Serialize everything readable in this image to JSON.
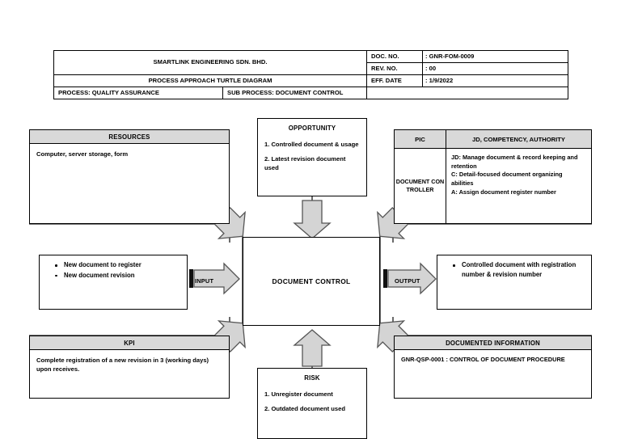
{
  "header": {
    "company": "SMARTLINK ENGINEERING SDN. BHD.",
    "diagram_title": "PROCESS APPROACH TURTLE DIAGRAM",
    "process": "PROCESS: QUALITY ASSURANCE",
    "sub_process": "SUB PROCESS: DOCUMENT CONTROL",
    "doc_no_label": "DOC. NO.",
    "doc_no_value": ": GNR-FOM-0009",
    "rev_no_label": "REV. NO.",
    "rev_no_value": ": 00",
    "eff_date_label": "EFF. DATE",
    "eff_date_value": ": 1/9/2022"
  },
  "resources": {
    "title": "RESOURCES",
    "body": "Computer, server storage, form"
  },
  "opportunity": {
    "title": "OPPORTUNITY",
    "items": [
      "1. Controlled document & usage",
      "2. Latest revision document used"
    ]
  },
  "pic": {
    "col1_header": "PIC",
    "col2_header": "JD, COMPETENCY, AUTHORITY",
    "name": "DOCUMENT CONTROLLER",
    "lines": [
      "JD: Manage document & record keeping and retention",
      "C: Detail-focused document organizing abilities",
      "A: Assign document register number"
    ]
  },
  "input": {
    "arrow_label": "INPUT",
    "items": [
      "New document to register",
      "New document revision"
    ]
  },
  "center": {
    "title": "DOCUMENT CONTROL"
  },
  "output": {
    "arrow_label": "OUTPUT",
    "items": [
      "Controlled document with registration number & revision number"
    ]
  },
  "kpi": {
    "title": "KPI",
    "body": "Complete registration of a new revision in 3 (working days) upon receives."
  },
  "risk": {
    "title": "RISK",
    "items": [
      "1. Unregister document",
      "2. Outdated document used"
    ]
  },
  "documented_information": {
    "title": "DOCUMENTED INFORMATION",
    "body": "GNR-QSP-0001 : CONTROL OF DOCUMENT PROCEDURE"
  },
  "colors": {
    "header_fill": "#d9d9d9",
    "arrow_fill": "#d4d4d4",
    "stroke": "#000000"
  }
}
